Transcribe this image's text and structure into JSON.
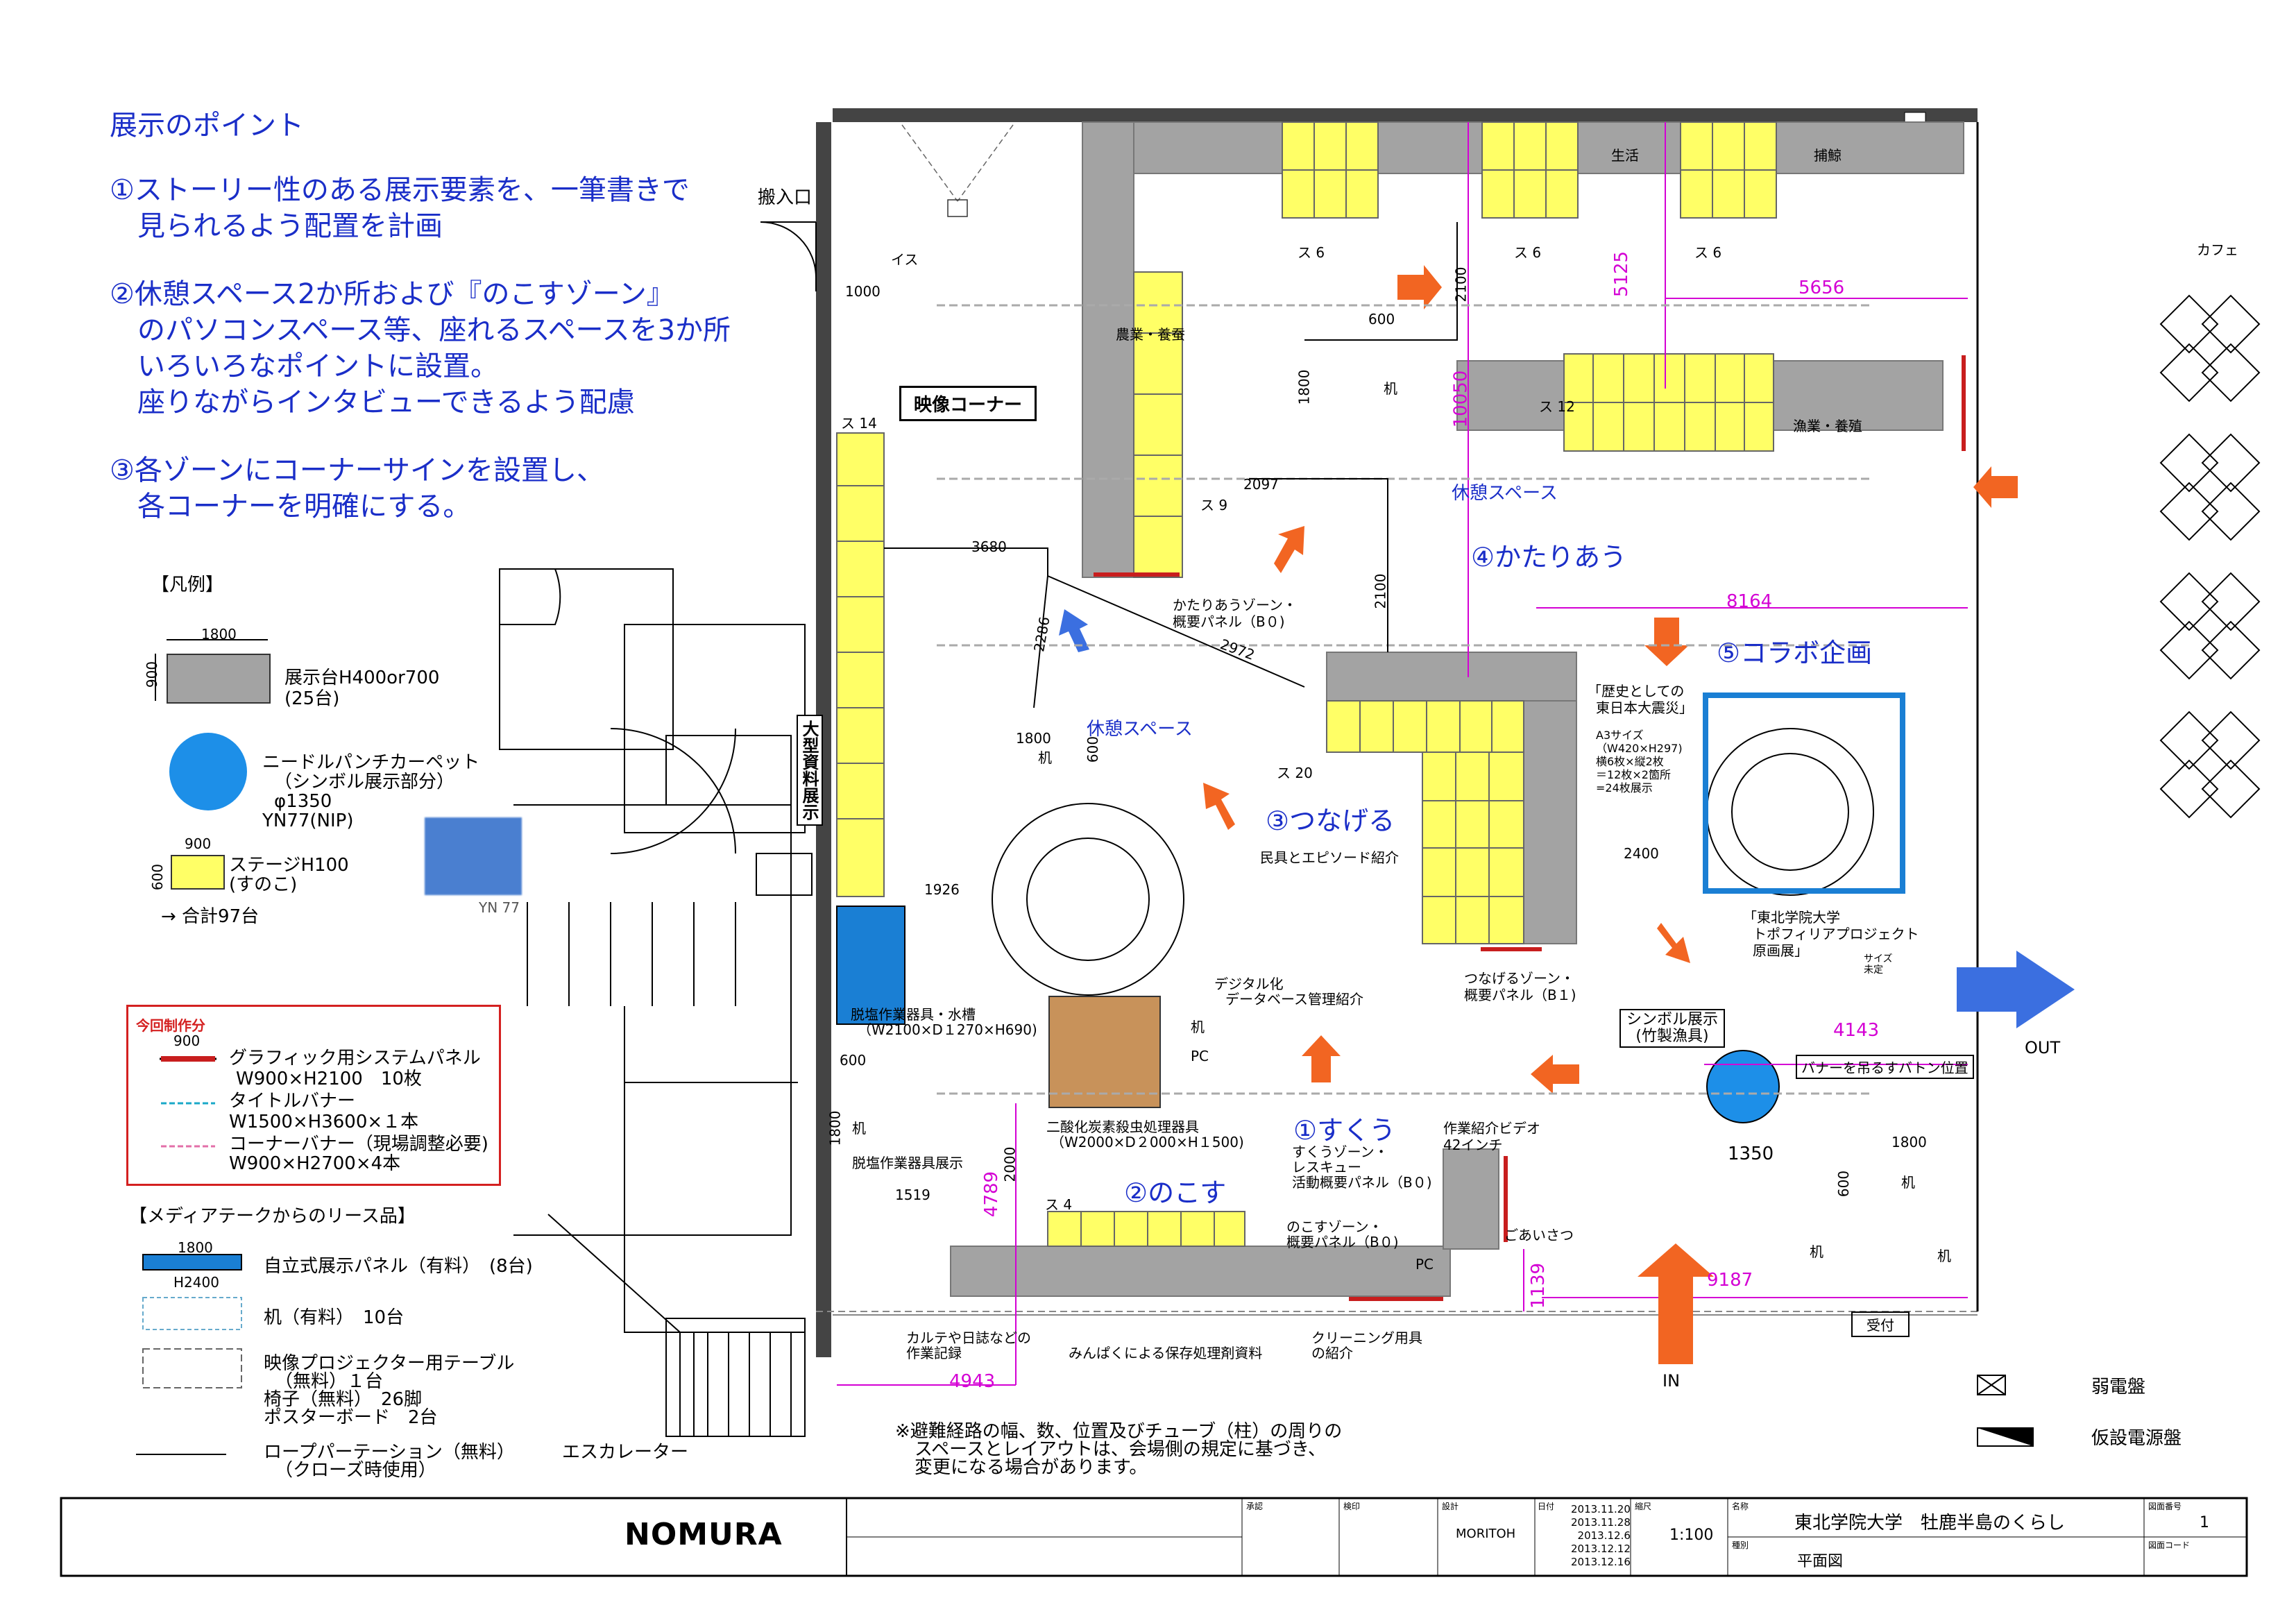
{
  "points": {
    "title": "展示のポイント",
    "lines": [
      "①ストーリー性のある展示要素を、一筆書きで",
      "見られるよう配置を計画",
      "②休憩スペース2か所および『のこすゾーン』",
      "のパソコンスペース等、座れるスペースを3か所",
      "いろいろなポイントに設置。",
      "座りながらインタビューできるよう配慮",
      "③各ゾーンにコーナーサインを設置し、",
      "各コーナーを明確にする。"
    ]
  },
  "legend": {
    "title": "【凡例】",
    "dim_1800": "1800",
    "dim_900": "900",
    "table_label_1": "展示台H400or700",
    "table_label_2": "(25台)",
    "carpet_1": "ニードルパンチカーペット",
    "carpet_2": "（シンボル展示部分）",
    "carpet_3": "φ1350",
    "carpet_4": "YN77(NIP)",
    "swatch_label": "YN 77",
    "stage_dim_w": "900",
    "stage_dim_h": "600",
    "stage_1": "ステージH100",
    "stage_2": "(すのこ)",
    "total": "→ 合計97台"
  },
  "new_items": {
    "title": "今回制作分",
    "dim": "900",
    "p1a": "グラフィック用システムパネル",
    "p1b": "W900×H2100　10枚",
    "p2a": "タイトルバナー",
    "p2b": "W1500×H3600×１本",
    "p3a": "コーナーバナー（現場調整必要)",
    "p3b": "W900×H2700×4本"
  },
  "lease": {
    "title": "【メディアテークからのリース品】",
    "dim_1800": "1800",
    "dim_h": "H2400",
    "panel": "自立式展示パネル（有料）　(8台)",
    "desk": "机（有料）　10台",
    "proj_1": "映像プロジェクター用テーブル",
    "proj_2": "（無料）１台",
    "proj_3": "椅子（無料）　26脚",
    "proj_4": "ポスターボード　2台",
    "rope_1": "ロープパーテーション（無料）",
    "rope_2": "（クローズ時使用）",
    "escalator": "エスカレーター"
  },
  "plan": {
    "hanyu": "搬入口",
    "eizo": "映像コーナー",
    "oogata": "大型資料展示",
    "nogyo": "農業・養蚕",
    "seikatsu": "生活",
    "hogei": "捕鯨",
    "gyogyo": "漁業・養殖",
    "ikatana": "机",
    "isu": "イス",
    "rest1": "休憩スペース",
    "rest2": "休憩スペース",
    "su6": "ス 6",
    "su9": "ス 9",
    "su12": "ス 12",
    "su14": "ス 14",
    "su20": "ス 20",
    "su4": "ス 4",
    "kataru_panel_1": "かたりあうゾーン・",
    "kataru_panel_2": "概要パネル（B０)",
    "zone1": "①すくう",
    "zone2": "②のこす",
    "zone3": "③つなげる",
    "zone4": "④かたりあう",
    "zone5": "⑤コラボ企画",
    "mingu": "民具とエピソード紹介",
    "rekishi_1": "「歴史としての",
    "rekishi_2": "東日本大震災」",
    "a3_1": "A3サイズ",
    "a3_2": "（W420×H297)",
    "a3_3": "横6枚×縦2枚",
    "a3_4": "＝12枚×2箇所",
    "a3_5": "=24枚展示",
    "tohoku_1": "「東北学院大学",
    "tohoku_2": "トポフィリアプロジェクト",
    "tohoku_3": "原画展」",
    "size_1": "サイズ",
    "size_2": "未定",
    "tsunageru_panel_1": "つなげるゾーン・",
    "tsunageru_panel_2": "概要パネル（B１)",
    "symbol_1": "シンボル展示",
    "symbol_2": "(竹製漁具)",
    "banner": "バナーを吊るすバトン位置",
    "digital_1": "デジタル化",
    "digital_2": "データベース管理紹介",
    "pc": "PC",
    "datsuen_1": "脱塩作業器具・水槽",
    "datsuen_2": "（W2100×D１270×H690)",
    "co2_1": "二酸化炭素殺虫処理器具",
    "co2_2": "（W2000×D２000×H１500)",
    "datsuen_ex": "脱塩作業器具展示",
    "sukuu_panel_1": "すくうゾーン・",
    "sukuu_panel_2": "レスキュー",
    "sukuu_panel_3": "活動概要パネル（B０)",
    "video_1": "作業紹介ビデオ",
    "video_2": "42インチ",
    "nokosu_panel_1": "のこすゾーン・",
    "nokosu_panel_2": "概要パネル（B０)",
    "aisatsu": "ごあいさつ",
    "karute_1": "カルテや日誌などの",
    "karute_2": "作業記録",
    "minna": "みんぱくによる保存処理剤資料",
    "cleaning_1": "クリーニング用具",
    "cleaning_2": "の紹介",
    "uketsuke": "受付",
    "in": "IN",
    "out": "OUT",
    "cafe": "カフェ",
    "d1000": "1000",
    "d3680": "3680",
    "d2286": "2286",
    "d2972": "2972",
    "d2097": "2097",
    "d2100a": "2100",
    "d2100b": "2100",
    "d1800a": "1800",
    "d1800b": "1800",
    "d1800c": "1800",
    "d1800d": "1800",
    "d600a": "600",
    "d600b": "600",
    "d600c": "600",
    "d600d": "600",
    "d10050": "10050",
    "d5125": "5125",
    "d5656": "5656",
    "d8164": "8164",
    "d2400": "2400",
    "d1926": "1926",
    "d4143": "4143",
    "d1350": "1350",
    "d2000": "2000",
    "d4789": "4789",
    "d1519": "1519",
    "d1139": "1139",
    "d9187": "9187",
    "d4943": "4943",
    "jakudenban": "弱電盤",
    "karidenban": "仮設電源盤",
    "note_1": "※避難経路の幅、数、位置及びチューブ（柱）の周りの",
    "note_2": "スペースとレイアウトは、会場側の規定に基づき、",
    "note_3": "変更になる場合があります。"
  },
  "titleblock": {
    "logo": "NOMURA",
    "h_kakunin": "承認",
    "h_kensa": "検印",
    "h_sekkei": "設計",
    "designer": "MORITOH",
    "h_date": "日付",
    "dates": [
      "2013.11.20",
      "2013.11.28",
      "2013.12.6",
      "2013.12.12",
      "2013.12.16"
    ],
    "h_scale": "縮尺",
    "scale": "1:100",
    "h_name": "名称",
    "project": "東北学院大学　牡鹿半島のくらし",
    "h_type": "種別",
    "drawing": "平面図",
    "h_no": "図面番号",
    "no": "1",
    "h_code": "図面コード"
  },
  "colors": {
    "blue_text": "#1a2ec8",
    "gray_table": "#a3a3a3",
    "yellow_stage": "#ffff66",
    "carpet": "#1d8fe8",
    "arrow_orange": "#f26522",
    "arrow_blue": "#3b6fe0",
    "dim_magenta": "#d400d4",
    "panel_red": "#c81e1e",
    "panel_blue": "#1a7fd4",
    "brown_box": "#c8925a"
  }
}
